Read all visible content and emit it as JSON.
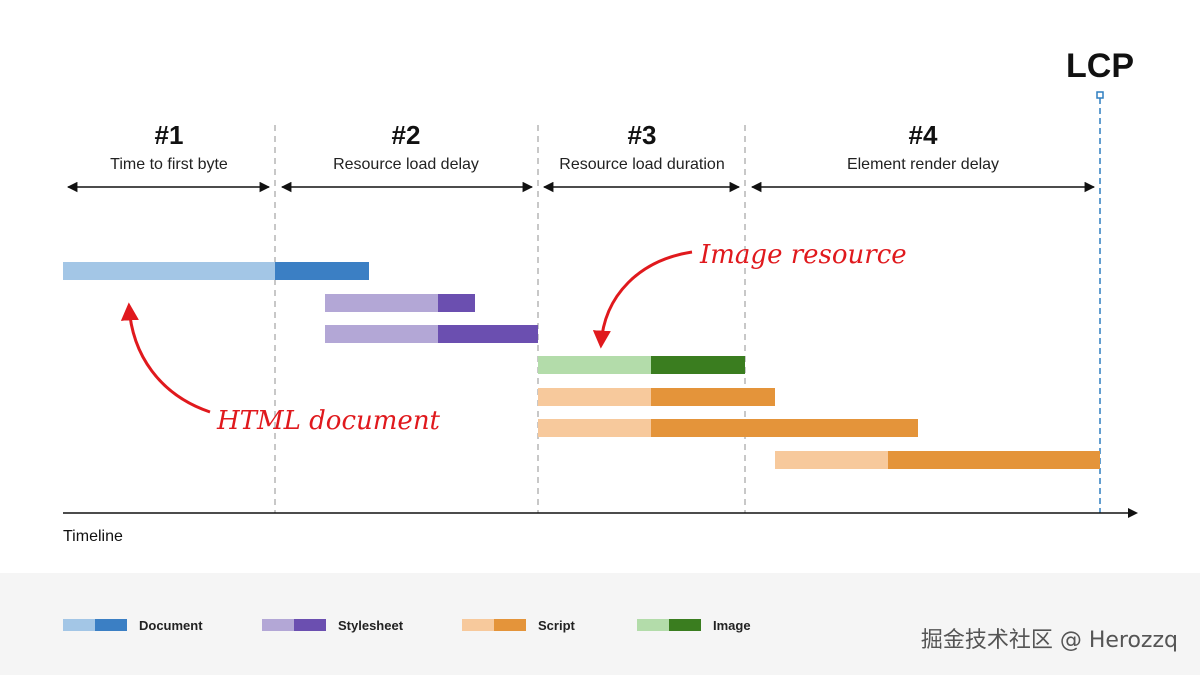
{
  "phases": [
    {
      "num": "#1",
      "label": "Time to first byte"
    },
    {
      "num": "#2",
      "label": "Resource load delay"
    },
    {
      "num": "#3",
      "label": "Resource load duration"
    },
    {
      "num": "#4",
      "label": "Element render delay"
    }
  ],
  "lcp_label": "LCP",
  "timeline_label": "Timeline",
  "annotations": {
    "html_document": "HTML document",
    "image_resource": "Image resource"
  },
  "legend": [
    {
      "label": "Document",
      "light": "#a3c6e6",
      "dark": "#3b7fc4"
    },
    {
      "label": "Stylesheet",
      "light": "#b3a7d6",
      "dark": "#6b4fb0"
    },
    {
      "label": "Script",
      "light": "#f7c99c",
      "dark": "#e4943a"
    },
    {
      "label": "Image",
      "light": "#b3dcaa",
      "dark": "#3a7d1f"
    }
  ],
  "watermark": "掘金技术社区 @ Herozzq",
  "colors": {
    "annotation": "#e0191d",
    "lcp_line": "#2f7fc1",
    "divider": "#b5b5b5"
  }
}
